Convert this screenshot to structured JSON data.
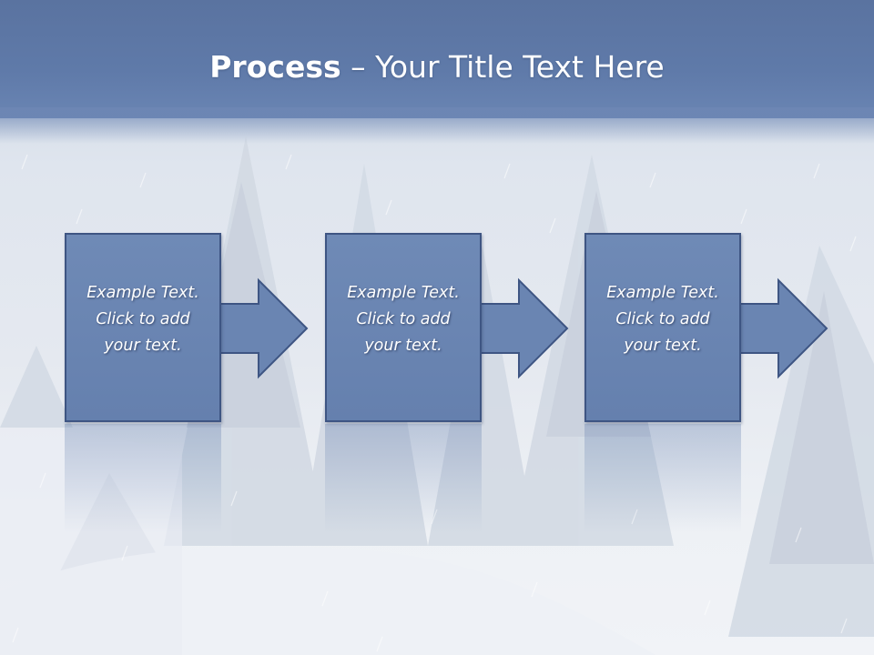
{
  "title": {
    "bold": "Process",
    "rest": " – Your Title Text Here"
  },
  "steps": [
    {
      "lines": [
        "Example Text.",
        "Click  to add",
        "your text."
      ]
    },
    {
      "lines": [
        "Example Text.",
        "Click  to add",
        "your text."
      ]
    },
    {
      "lines": [
        "Example Text.",
        "Click  to add",
        "your text."
      ]
    }
  ],
  "colors": {
    "title_band": "#5f7aa9",
    "box_fill": "#6a85b2",
    "box_border": "#3e5583",
    "text": "#ffffff"
  }
}
